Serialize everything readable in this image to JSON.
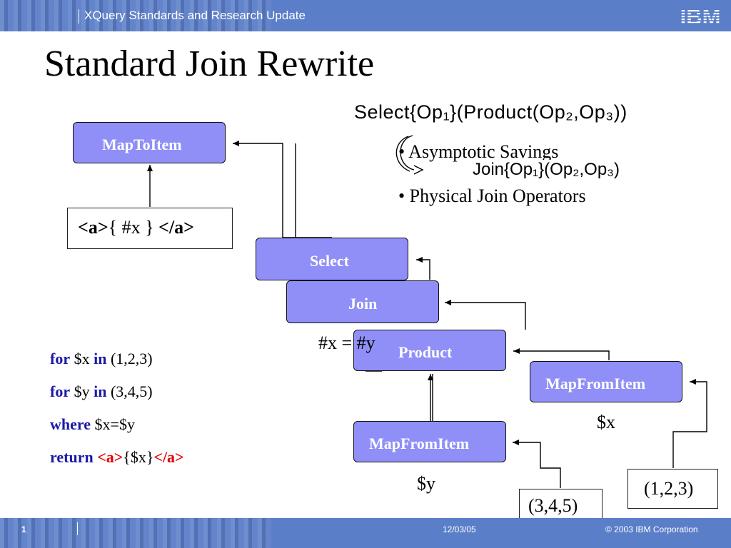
{
  "header": {
    "title": "XQuery Standards and Research Update",
    "logo": "IBM"
  },
  "slide": {
    "title": "Standard Join Rewrite"
  },
  "formulas": {
    "select_product": "Select{Op₁}(Product(Op₂,Op₃))",
    "join": "Join{Op₁}(Op₂,Op₃)"
  },
  "bullets": [
    "• Asymptotic Savings",
    "• Physical Join Operators"
  ],
  "nodes": {
    "maptoitem": "MapToItem",
    "select": "Select",
    "join": "Join",
    "product": "Product",
    "mapfromitem_x": "MapFromItem",
    "mapfromitem_y": "MapFromItem"
  },
  "template": {
    "open_tag": "<a>",
    "expr": "{ #x }",
    "close_tag": "</a>"
  },
  "labels": {
    "join_condition": "#x = #y",
    "var_x": "$x",
    "var_y": "$y",
    "seq_x": "(1,2,3)",
    "seq_y": "(3,4,5)"
  },
  "query": {
    "line1": {
      "kw1": "for",
      "var": " $x ",
      "kw2": "in",
      "val": " (1,2,3)"
    },
    "line2": {
      "kw1": "for",
      "var": " $y ",
      "kw2": "in",
      "val": " (3,4,5)"
    },
    "line3": {
      "kw1": "where",
      "expr": " $x=$y"
    },
    "line4": {
      "kw1": "return",
      "open_tag": "<a>",
      "expr": "{$x}",
      "close_tag": "</a>"
    }
  },
  "footer": {
    "page_number": "1",
    "date": "12/03/05",
    "copyright": "© 2003 IBM Corporation"
  }
}
